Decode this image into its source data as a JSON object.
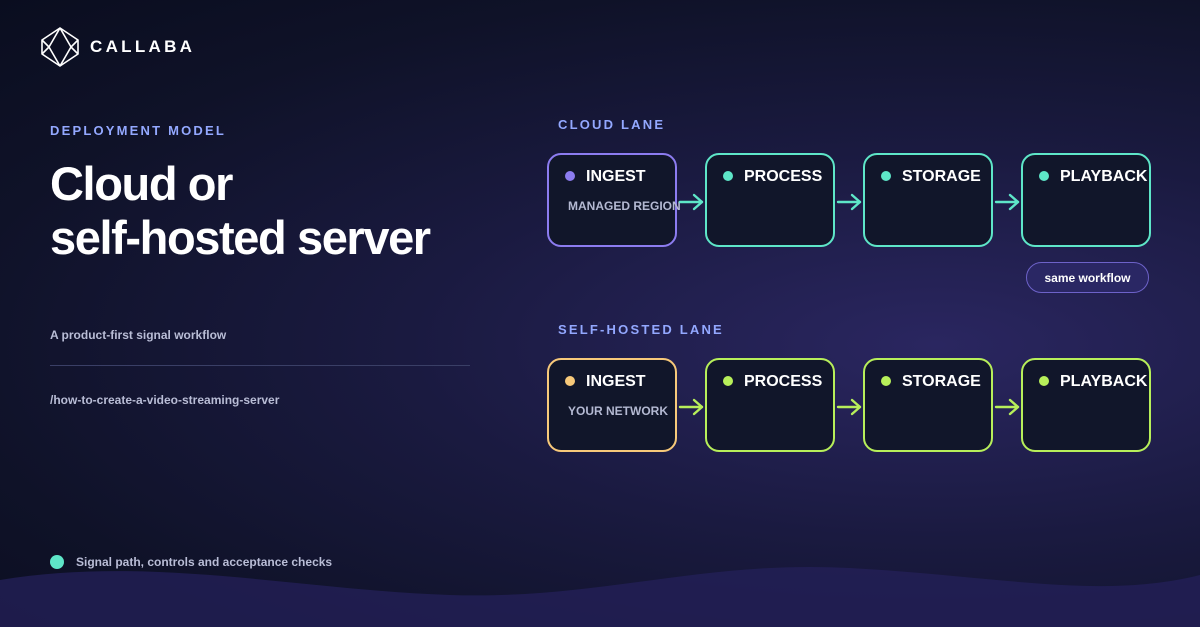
{
  "brand": {
    "name": "CALLABA",
    "logo_icon": "diamond-logo-icon"
  },
  "hero": {
    "eyebrow": "DEPLOYMENT MODEL",
    "headline_line1": "Cloud or",
    "headline_line2": "self-hosted server",
    "subtitle": "A product-first signal workflow",
    "path": "/how-to-create-a-video-streaming-server"
  },
  "footer": {
    "text": "Signal path, controls and acceptance checks",
    "dot_color": "#5ee6c8"
  },
  "cloud_lane": {
    "label": "CLOUD LANE",
    "accent": "#5ee6c8",
    "nodes": [
      {
        "title": "INGEST",
        "subtitle": "MANAGED REGION",
        "border": "#8c7cf0",
        "dot": "#8c7cf0"
      },
      {
        "title": "PROCESS",
        "subtitle": "",
        "border": "#5ee6c8",
        "dot": "#5ee6c8"
      },
      {
        "title": "STORAGE",
        "subtitle": "",
        "border": "#5ee6c8",
        "dot": "#5ee6c8"
      },
      {
        "title": "PLAYBACK",
        "subtitle": "",
        "border": "#5ee6c8",
        "dot": "#5ee6c8"
      }
    ],
    "badge": "same workflow"
  },
  "self_lane": {
    "label": "SELF-HOSTED LANE",
    "accent": "#b7ef5a",
    "nodes": [
      {
        "title": "INGEST",
        "subtitle": "YOUR NETWORK",
        "border": "#f7c97a",
        "dot": "#f7c97a"
      },
      {
        "title": "PROCESS",
        "subtitle": "",
        "border": "#b7ef5a",
        "dot": "#b7ef5a"
      },
      {
        "title": "STORAGE",
        "subtitle": "",
        "border": "#b7ef5a",
        "dot": "#b7ef5a"
      },
      {
        "title": "PLAYBACK",
        "subtitle": "",
        "border": "#b7ef5a",
        "dot": "#b7ef5a"
      }
    ]
  }
}
